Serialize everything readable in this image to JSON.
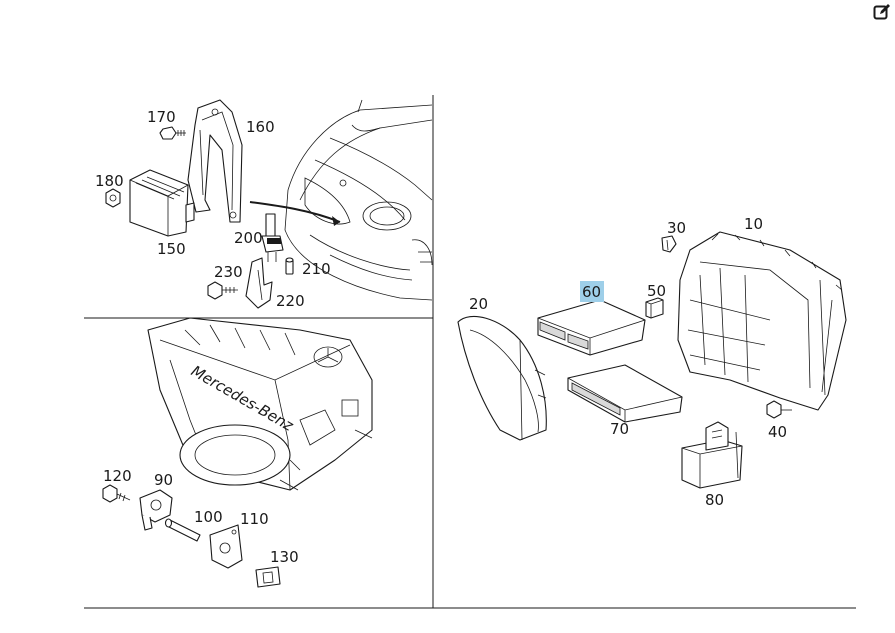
{
  "toolbar": {
    "edit_icon": "edit-icon"
  },
  "colors": {
    "highlight": "#9ecfe9",
    "ink": "#1a1a1a"
  },
  "callouts": {
    "c170": "170",
    "c160": "160",
    "c180": "180",
    "c150": "150",
    "c200": "200",
    "c230": "230",
    "c210": "210",
    "c220": "220",
    "c120": "120",
    "c90": "90",
    "c100": "100",
    "c110": "110",
    "c130": "130",
    "c30": "30",
    "c10": "10",
    "c20": "20",
    "c60": "60",
    "c50": "50",
    "c70": "70",
    "c40": "40",
    "c80": "80"
  },
  "engine_cover": {
    "text": "Mercedes-Benz"
  },
  "selected_callout": "60"
}
